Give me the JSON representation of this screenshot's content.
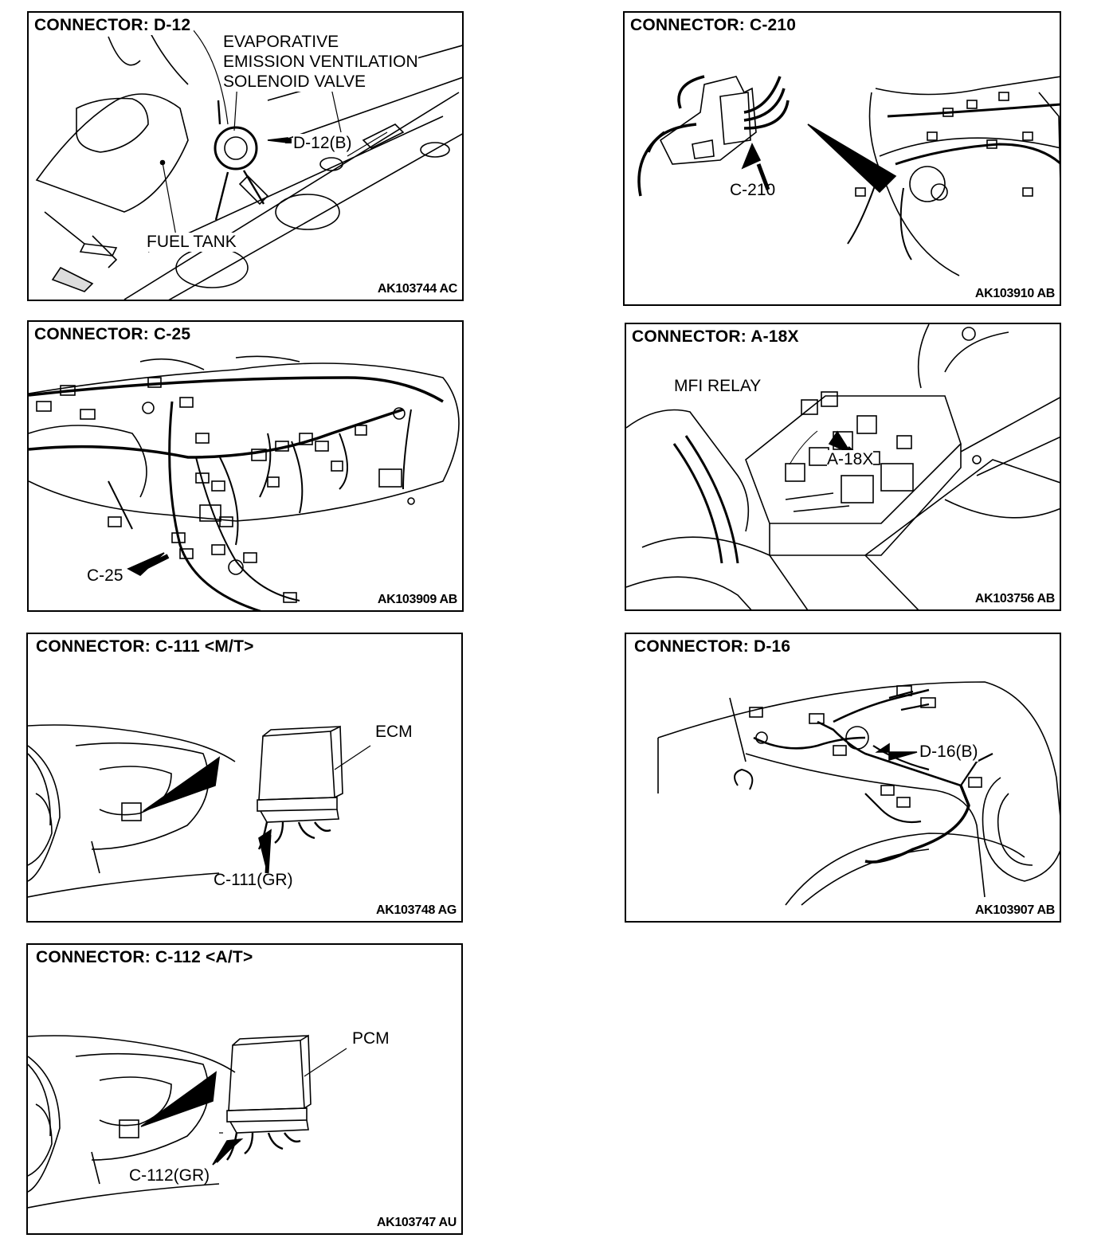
{
  "panels": {
    "d12": {
      "title": "CONNECTOR: D-12",
      "callout": [
        "EVAPORATIVE",
        "EMISSION VENTILATION",
        "SOLENOID VALVE"
      ],
      "connector_label": "D-12(B)",
      "tank_label": "FUEL TANK",
      "code": "AK103744 AC"
    },
    "c210": {
      "title": "CONNECTOR: C-210",
      "connector_label": "C-210",
      "code": "AK103910 AB"
    },
    "c25": {
      "title": "CONNECTOR: C-25",
      "connector_label": "C-25",
      "code": "AK103909 AB"
    },
    "a18x": {
      "title": "CONNECTOR: A-18X",
      "relay_label": "MFI RELAY",
      "connector_label": "A-18X",
      "code": "AK103756 AB"
    },
    "c111": {
      "title": "CONNECTOR: C-111 <M/T>",
      "module_label": "ECM",
      "connector_label": "C-111(GR)",
      "code": "AK103748 AG"
    },
    "d16": {
      "title": "CONNECTOR: D-16",
      "connector_label": "D-16(B)",
      "code": "AK103907 AB"
    },
    "c112": {
      "title": "CONNECTOR: C-112 <A/T>",
      "module_label": "PCM",
      "connector_label": "C-112(GR)",
      "code": "AK103747 AU"
    }
  }
}
